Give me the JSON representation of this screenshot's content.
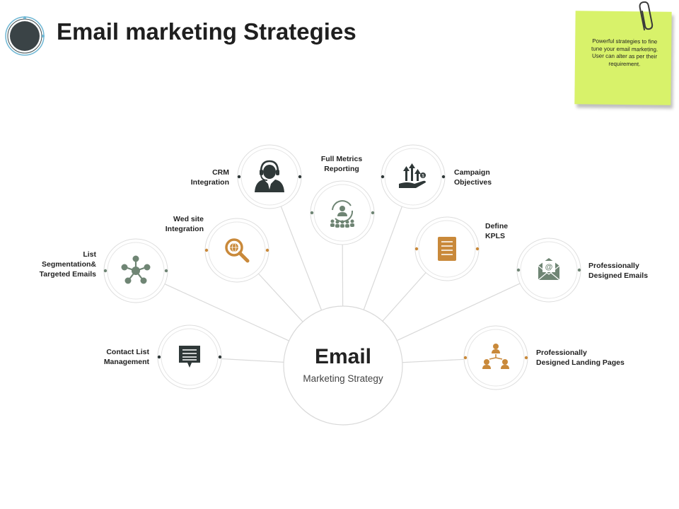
{
  "page": {
    "title": "Email marketing Strategies"
  },
  "sticky_note": {
    "text": "Powerful strategies to fine tune your email marketing. User can alter as per their requirement."
  },
  "center": {
    "title": "Email",
    "subtitle": "Marketing Strategy"
  },
  "colors": {
    "dark": "#2f3838",
    "gray_green": "#6f8574",
    "gold": "#c9893a",
    "note": "#d8f26a",
    "line": "#d9d9d9"
  },
  "nodes": [
    {
      "label": "Contact List\nManagement",
      "icon": "speech-bubble-list-icon",
      "color": "dark"
    },
    {
      "label": "List\nSegmentation&\nTargeted Emails",
      "icon": "network-icon",
      "color": "gray_green"
    },
    {
      "label": "Wed site\nIntegration",
      "icon": "web-search-icon",
      "color": "gold"
    },
    {
      "label": "CRM\nIntegration",
      "icon": "headset-agent-icon",
      "color": "dark"
    },
    {
      "label": "Full  Metrics\nReporting",
      "icon": "team-user-icon",
      "color": "gray_green"
    },
    {
      "label": "Campaign\nObjectives",
      "icon": "growth-hand-icon",
      "color": "dark"
    },
    {
      "label": "Define\nKPLS",
      "icon": "document-icon",
      "color": "gold"
    },
    {
      "label": "Professionally\nDesigned Emails",
      "icon": "email-envelope-icon",
      "color": "gray_green"
    },
    {
      "label": "Professionally\nDesigned Landing Pages",
      "icon": "hierarchy-icon",
      "color": "gold"
    }
  ]
}
